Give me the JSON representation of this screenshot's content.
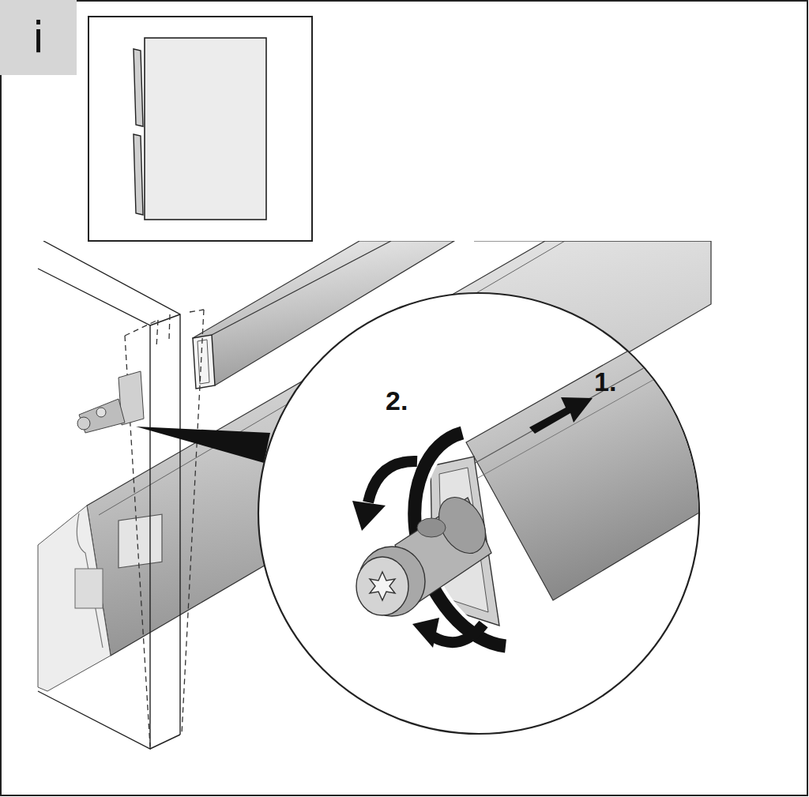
{
  "diagram": {
    "nodes": [
      {
        "text": [
          "i"
        ]
      }
    ],
    "labels": [
      "1.",
      "2."
    ]
  }
}
